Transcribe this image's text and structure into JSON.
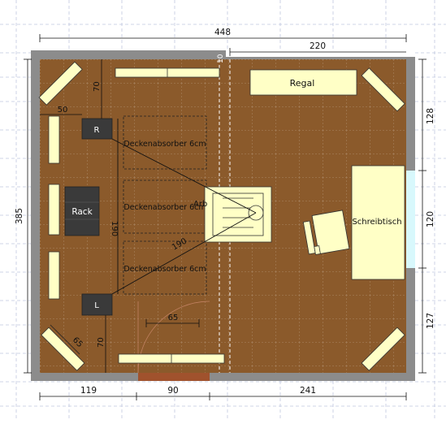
{
  "colors": {
    "floor": "#8b5a2b",
    "wall": "#8c8c8c",
    "furniture": "#ffffc6",
    "gear": "#3a3a3a",
    "window": "#d8f8fc",
    "grid": "#c0c8e0",
    "door": "#a0522d"
  },
  "dimensions": {
    "total_width": "448",
    "right_width": "220",
    "height_total": "385",
    "right_top": "128",
    "right_window": "120",
    "right_bottom": "127",
    "bottom_left": "119",
    "bottom_mid": "90",
    "bottom_right": "241",
    "wall_gap": "10",
    "speaker_top_gap": "70",
    "speaker_bottom_gap": "70",
    "speaker_side_gap": "50",
    "speaker_spacing": "190",
    "listener_distance": "190",
    "door_width": "65",
    "corner_trap": "65"
  },
  "labels": {
    "regal": "Regal",
    "schreibtisch": "Schreibtisch",
    "rack": "Rack",
    "absorber_1": "Deckenabsorber 6cm",
    "absorber_2": "Deckenabsorber 6cm",
    "absorber_3": "Deckenabsorber 6cm",
    "speaker_left": "L",
    "speaker_right": "R",
    "chair": "Arb"
  }
}
